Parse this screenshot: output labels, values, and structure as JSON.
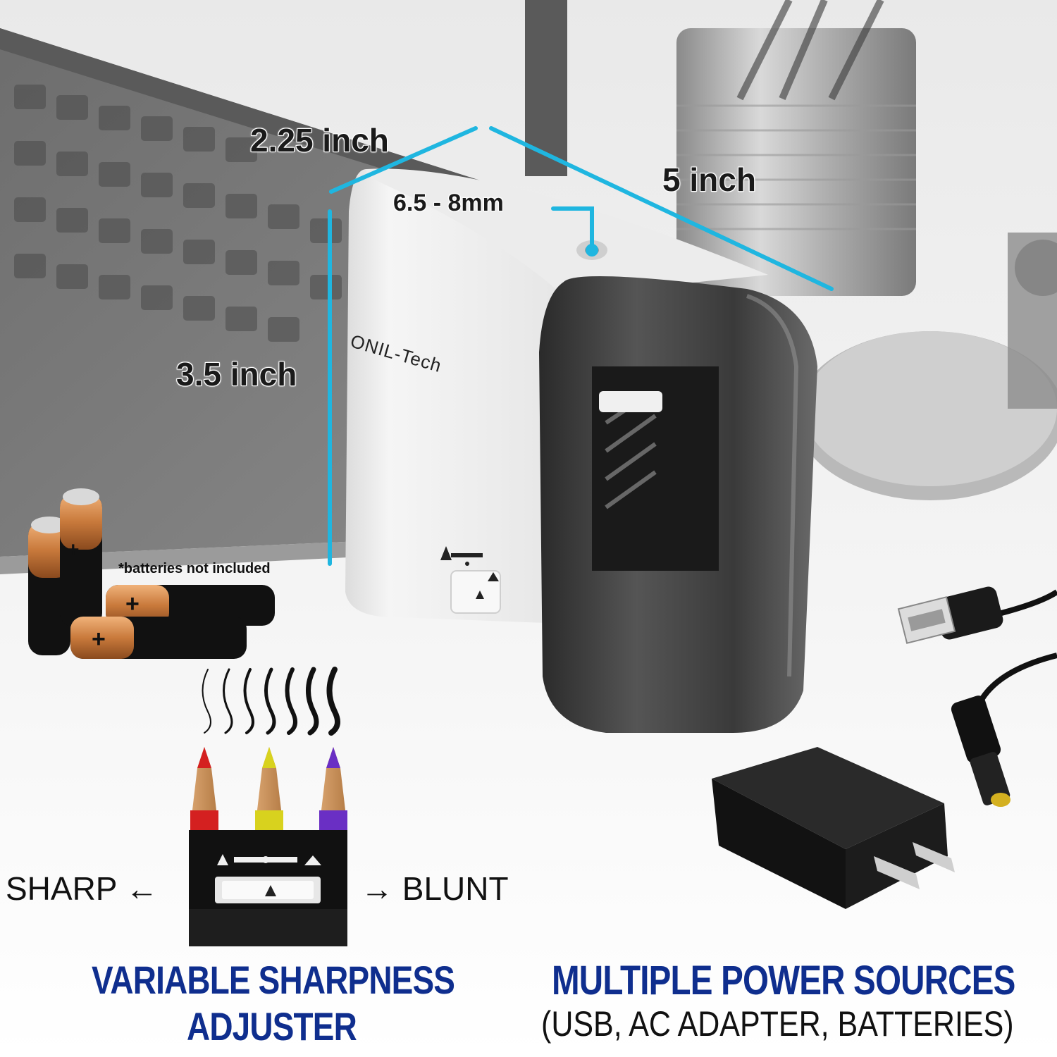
{
  "dimensions": {
    "width": "2.25 inch",
    "depth": "5 inch",
    "height": "3.5 inch",
    "pencil_size": "6.5 - 8mm"
  },
  "brand": "ONIL-Tech",
  "batteries_note": "*batteries not included",
  "adjuster": {
    "sharp_label": "SHARP ←",
    "blunt_label": "→ BLUNT",
    "title_line1": "VARIABLE SHARPNESS",
    "title_line2": "ADJUSTER"
  },
  "power": {
    "title": "MULTIPLE POWER SOURCES",
    "subtitle": "(USB, AC ADAPTER, BATTERIES)"
  },
  "colors": {
    "dimension_line": "#1fb6e0",
    "title_blue": "#0f2e8e",
    "pencil_colors": [
      "#d42020",
      "#d8d21e",
      "#6a2fc4"
    ]
  }
}
